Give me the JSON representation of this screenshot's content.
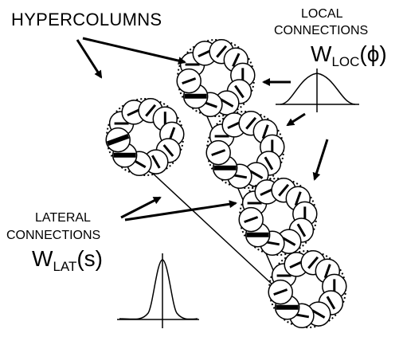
{
  "labels": {
    "hypercolumns": "HYPERCOLUMNS",
    "local_line1": "LOCAL",
    "local_line2": "CONNECTIONS",
    "local_w": "W",
    "local_sub": "LOC",
    "local_arg": "(ϕ)",
    "lateral_line1": "LATERAL",
    "lateral_line2": "CONNECTIONS",
    "lateral_w": "W",
    "lateral_sub": "LAT",
    "lateral_arg": "(s)"
  },
  "hypercolumns": [
    {
      "id": "hc-left",
      "unit_angles": [
        0,
        -25,
        -50,
        -90,
        -70,
        -130,
        -120,
        -150,
        -180,
        -200
      ]
    },
    {
      "id": "hc-top",
      "unit_angles": [
        0,
        -25,
        -50,
        -65,
        -90,
        -125,
        -150,
        -160,
        -180,
        -200
      ]
    },
    {
      "id": "hc-mid-upper",
      "unit_angles": [
        0,
        -25,
        -50,
        -70,
        -90,
        -120,
        -150,
        -170,
        -180,
        -200
      ]
    },
    {
      "id": "hc-mid-lower",
      "unit_angles": [
        0,
        -25,
        -50,
        -70,
        -90,
        -120,
        -150,
        -170,
        -180,
        -200
      ]
    },
    {
      "id": "hc-bottom",
      "unit_angles": [
        0,
        -25,
        -50,
        -70,
        -90,
        -120,
        -150,
        -170,
        -180,
        -200
      ]
    }
  ]
}
